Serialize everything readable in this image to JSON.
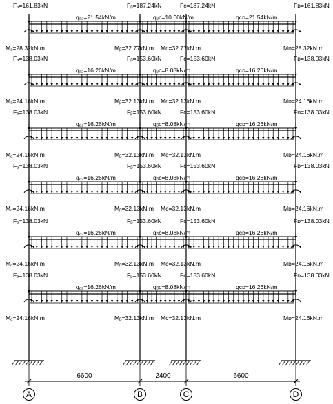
{
  "columns": [
    {
      "label": "A"
    },
    {
      "label": "B"
    },
    {
      "label": "C"
    },
    {
      "label": "D"
    }
  ],
  "spans": [
    "6600",
    "2400",
    "6600"
  ],
  "roof": {
    "forces": [
      "Fₐ=161.83kN",
      "Fᵦ=187.24kN",
      "Fᴄ=187.24kN",
      "Fᴅ=161.83kN"
    ],
    "loads": [
      "qₐ₂=21.54kN/m",
      "qᵦᴄ=10.60kN/m",
      "qᴄᴅ=21.54kN/m"
    ],
    "moments": [
      "Mₐ=28.32kN.m",
      "Mᵦ=32.77kN.m",
      "Mᴄ=32.77kN.m",
      "Mᴅ=28.32kN.m"
    ]
  },
  "floors": [
    {
      "forces": [
        "Fₐ=138.03kN",
        "Fᵦ=153.60kN",
        "Fᴄ=153.60kN",
        "Fᴅ=138.03kN"
      ],
      "loads": [
        "qₐ₂=16.26kN/m",
        "qᵦᴄ=8.08kN/m",
        "qᴄᴅ=16.26kN/m"
      ],
      "moments": [
        "Mₐ=24.16kN.m",
        "Mᵦ=32.13kN.m",
        "Mᴄ=32.13kN.m",
        "Mᴅ=24.16kN.m"
      ]
    },
    {
      "forces": [
        "Fₐ=138.03kN",
        "Fᵦ=153.60kN",
        "Fᴄ=153.60kN",
        "Fᴅ=138.03kN"
      ],
      "loads": [
        "qₐ₂=16.26kN/m",
        "qᵦᴄ=8.08kN/m",
        "qᴄᴅ=16.26kN/m"
      ],
      "moments": [
        "Mₐ=24.16kN.m",
        "Mᵦ=32.13kN.m",
        "Mᴄ=32.13kN.m",
        "Mᴅ=24.16kN.m"
      ]
    },
    {
      "forces": [
        "Fₐ=138.03kN",
        "Fᵦ=153.60kN",
        "Fᴄ=153.60kN",
        "Fᴅ=138.03kN"
      ],
      "loads": [
        "qₐ₂=16.26kN/m",
        "qᵦᴄ=8.08kN/m",
        "qᴄᴅ=16.26kN/m"
      ],
      "moments": [
        "Mₐ=24.16kN.m",
        "Mᵦ=32.13kN.m",
        "Mᴄ=32.13kN.m",
        "Mᴅ=24.16kN.m"
      ]
    },
    {
      "forces": [
        "Fₐ=138.03kN",
        "Fᵦ=153.60kN",
        "Fᴄ=153.60kN",
        "Fᴅ=138.03kN"
      ],
      "loads": [
        "qₐ₂=16.26kN/m",
        "qᵦᴄ=8.08kN/m",
        "qᴄᴅ=16.26kN/m"
      ],
      "moments": [
        "Mₐ=24.16kN.m",
        "Mᵦ=32.13kN.m",
        "Mᴄ=32.13kN.m",
        "Mᴅ=24.16kN.m"
      ]
    },
    {
      "forces": [
        "Fₐ=138.03kN",
        "Fᵦ=153.60kN",
        "Fᴄ=153.60kN",
        "Fᴅ=138.03kN"
      ],
      "loads": [
        "qₐ₂=16.26kN/m",
        "qᵦᴄ=8.08kN/m",
        "qᴄᴅ=16.26kN/m"
      ],
      "moments": [
        "Mₐ=24.16kN.m",
        "Mᵦ=32.13kN.m",
        "Mᴄ=32.13kN.m",
        "Mᴅ=24.16kN.m"
      ]
    }
  ]
}
